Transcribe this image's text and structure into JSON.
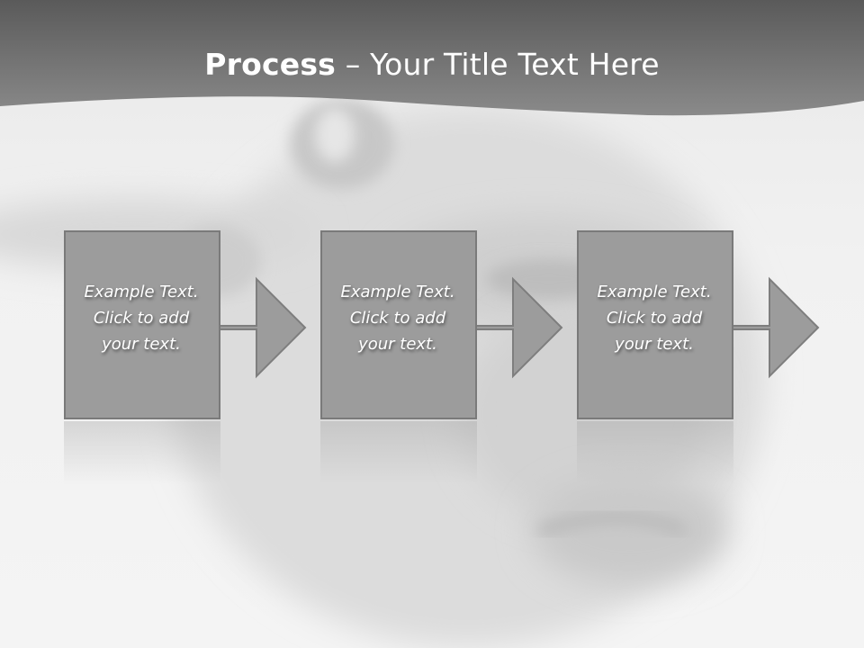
{
  "slide": {
    "title_bold": "Process",
    "title_rest": " – Your Title Text Here"
  },
  "steps": [
    {
      "text": "Example Text.\nClick  to add\nyour text."
    },
    {
      "text": "Example Text.\nClick  to add\nyour text."
    },
    {
      "text": "Example Text.\nClick  to add\nyour text."
    }
  ],
  "colors": {
    "header": "#6d6d6d",
    "box_fill": "#9c9c9c",
    "box_border": "#7a7a7a",
    "text": "#ffffff"
  }
}
